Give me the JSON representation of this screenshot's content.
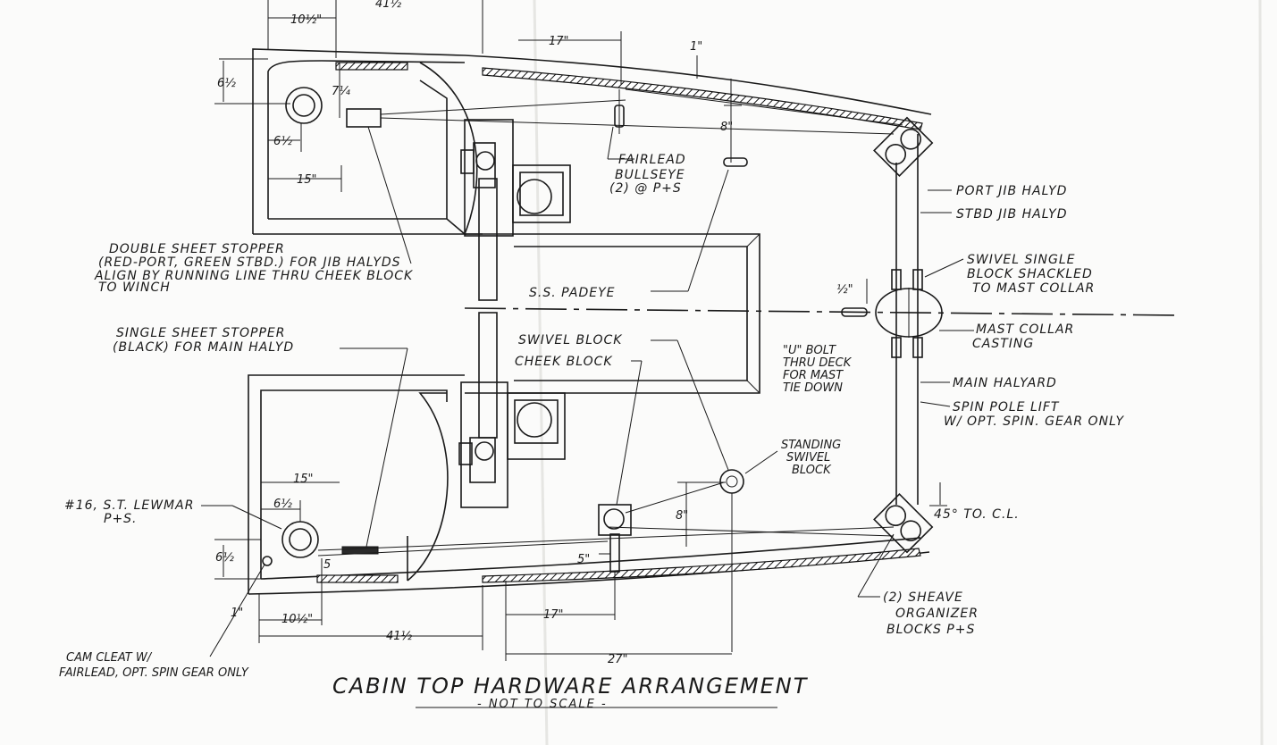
{
  "title": "CABIN TOP HARDWARE ARRANGEMENT",
  "subtitle": "- NOT TO SCALE -",
  "labels": {
    "fairlead": [
      "FAIRLEAD",
      "BULLSEYE",
      "(2) @ P+S"
    ],
    "port_jib": "PORT JIB HALYD",
    "stbd_jib": "STBD JIB HALYD",
    "swivel_single": [
      "SWIVEL SINGLE",
      "BLOCK SHACKLED",
      "TO MAST COLLAR"
    ],
    "double_stopper": [
      "DOUBLE SHEET STOPPER",
      "(RED-PORT, GREEN STBD.) FOR JIB HALYDS",
      "ALIGN BY RUNNING LINE THRU CHEEK BLOCK",
      "TO WINCH"
    ],
    "padeye": "S.S. PADEYE",
    "single_stopper": [
      "SINGLE SHEET STOPPER",
      "(BLACK) FOR MAIN HALYD"
    ],
    "swivel_block": "SWIVEL BLOCK",
    "cheek_block": "CHEEK BLOCK",
    "ubolt": [
      "\"U\" BOLT",
      "THRU DECK",
      "FOR MAST",
      "TIE DOWN"
    ],
    "mast_collar": [
      "MAST COLLAR",
      "CASTING"
    ],
    "main_halyard": "MAIN HALYARD",
    "spin_pole": [
      "SPIN POLE LIFT",
      "W/ OPT. SPIN. GEAR ONLY"
    ],
    "standing_swivel": [
      "STANDING",
      "SWIVEL",
      "BLOCK"
    ],
    "lewmar": [
      "#16, S.T. LEWMAR",
      "P+S."
    ],
    "angle": "45° TO. C.L.",
    "sheave": [
      "(2) SHEAVE",
      "ORGANIZER",
      "BLOCKS P+S"
    ],
    "cam_cleat": [
      "CAM CLEAT W/",
      "FAIRLEAD, OPT. SPIN GEAR ONLY"
    ]
  },
  "dims": {
    "d_10half": "10½\"",
    "d_41half": "41½",
    "d_17": "17\"",
    "d_1in": "1\"",
    "d_6half": "6½",
    "d_7quarter": "7¼",
    "d_8": "8\"",
    "d_15": "15\"",
    "d_half": "½\"",
    "d_5": "5",
    "d_5in": "5\"",
    "d_27": "27\""
  }
}
